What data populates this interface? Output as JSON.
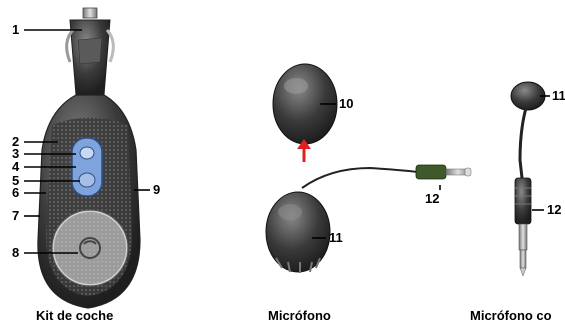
{
  "figure": {
    "captions": {
      "car_kit": "Kit de coche",
      "microphone": "Micrófono",
      "microphone_cable": "Micrófono co"
    },
    "callouts": {
      "c1": "1",
      "c2": "2",
      "c3": "3",
      "c4": "4",
      "c5": "5",
      "c6": "6",
      "c7": "7",
      "c8": "8",
      "c9": "9",
      "c10": "10",
      "c11a": "11",
      "c12a": "12",
      "c11b": "11",
      "c12b": "12"
    },
    "colors": {
      "body_dark": "#4a4a4a",
      "button_blue": "#6a8fcf",
      "arrow_red": "#e02020",
      "plug_green": "#3f5a2a"
    }
  }
}
